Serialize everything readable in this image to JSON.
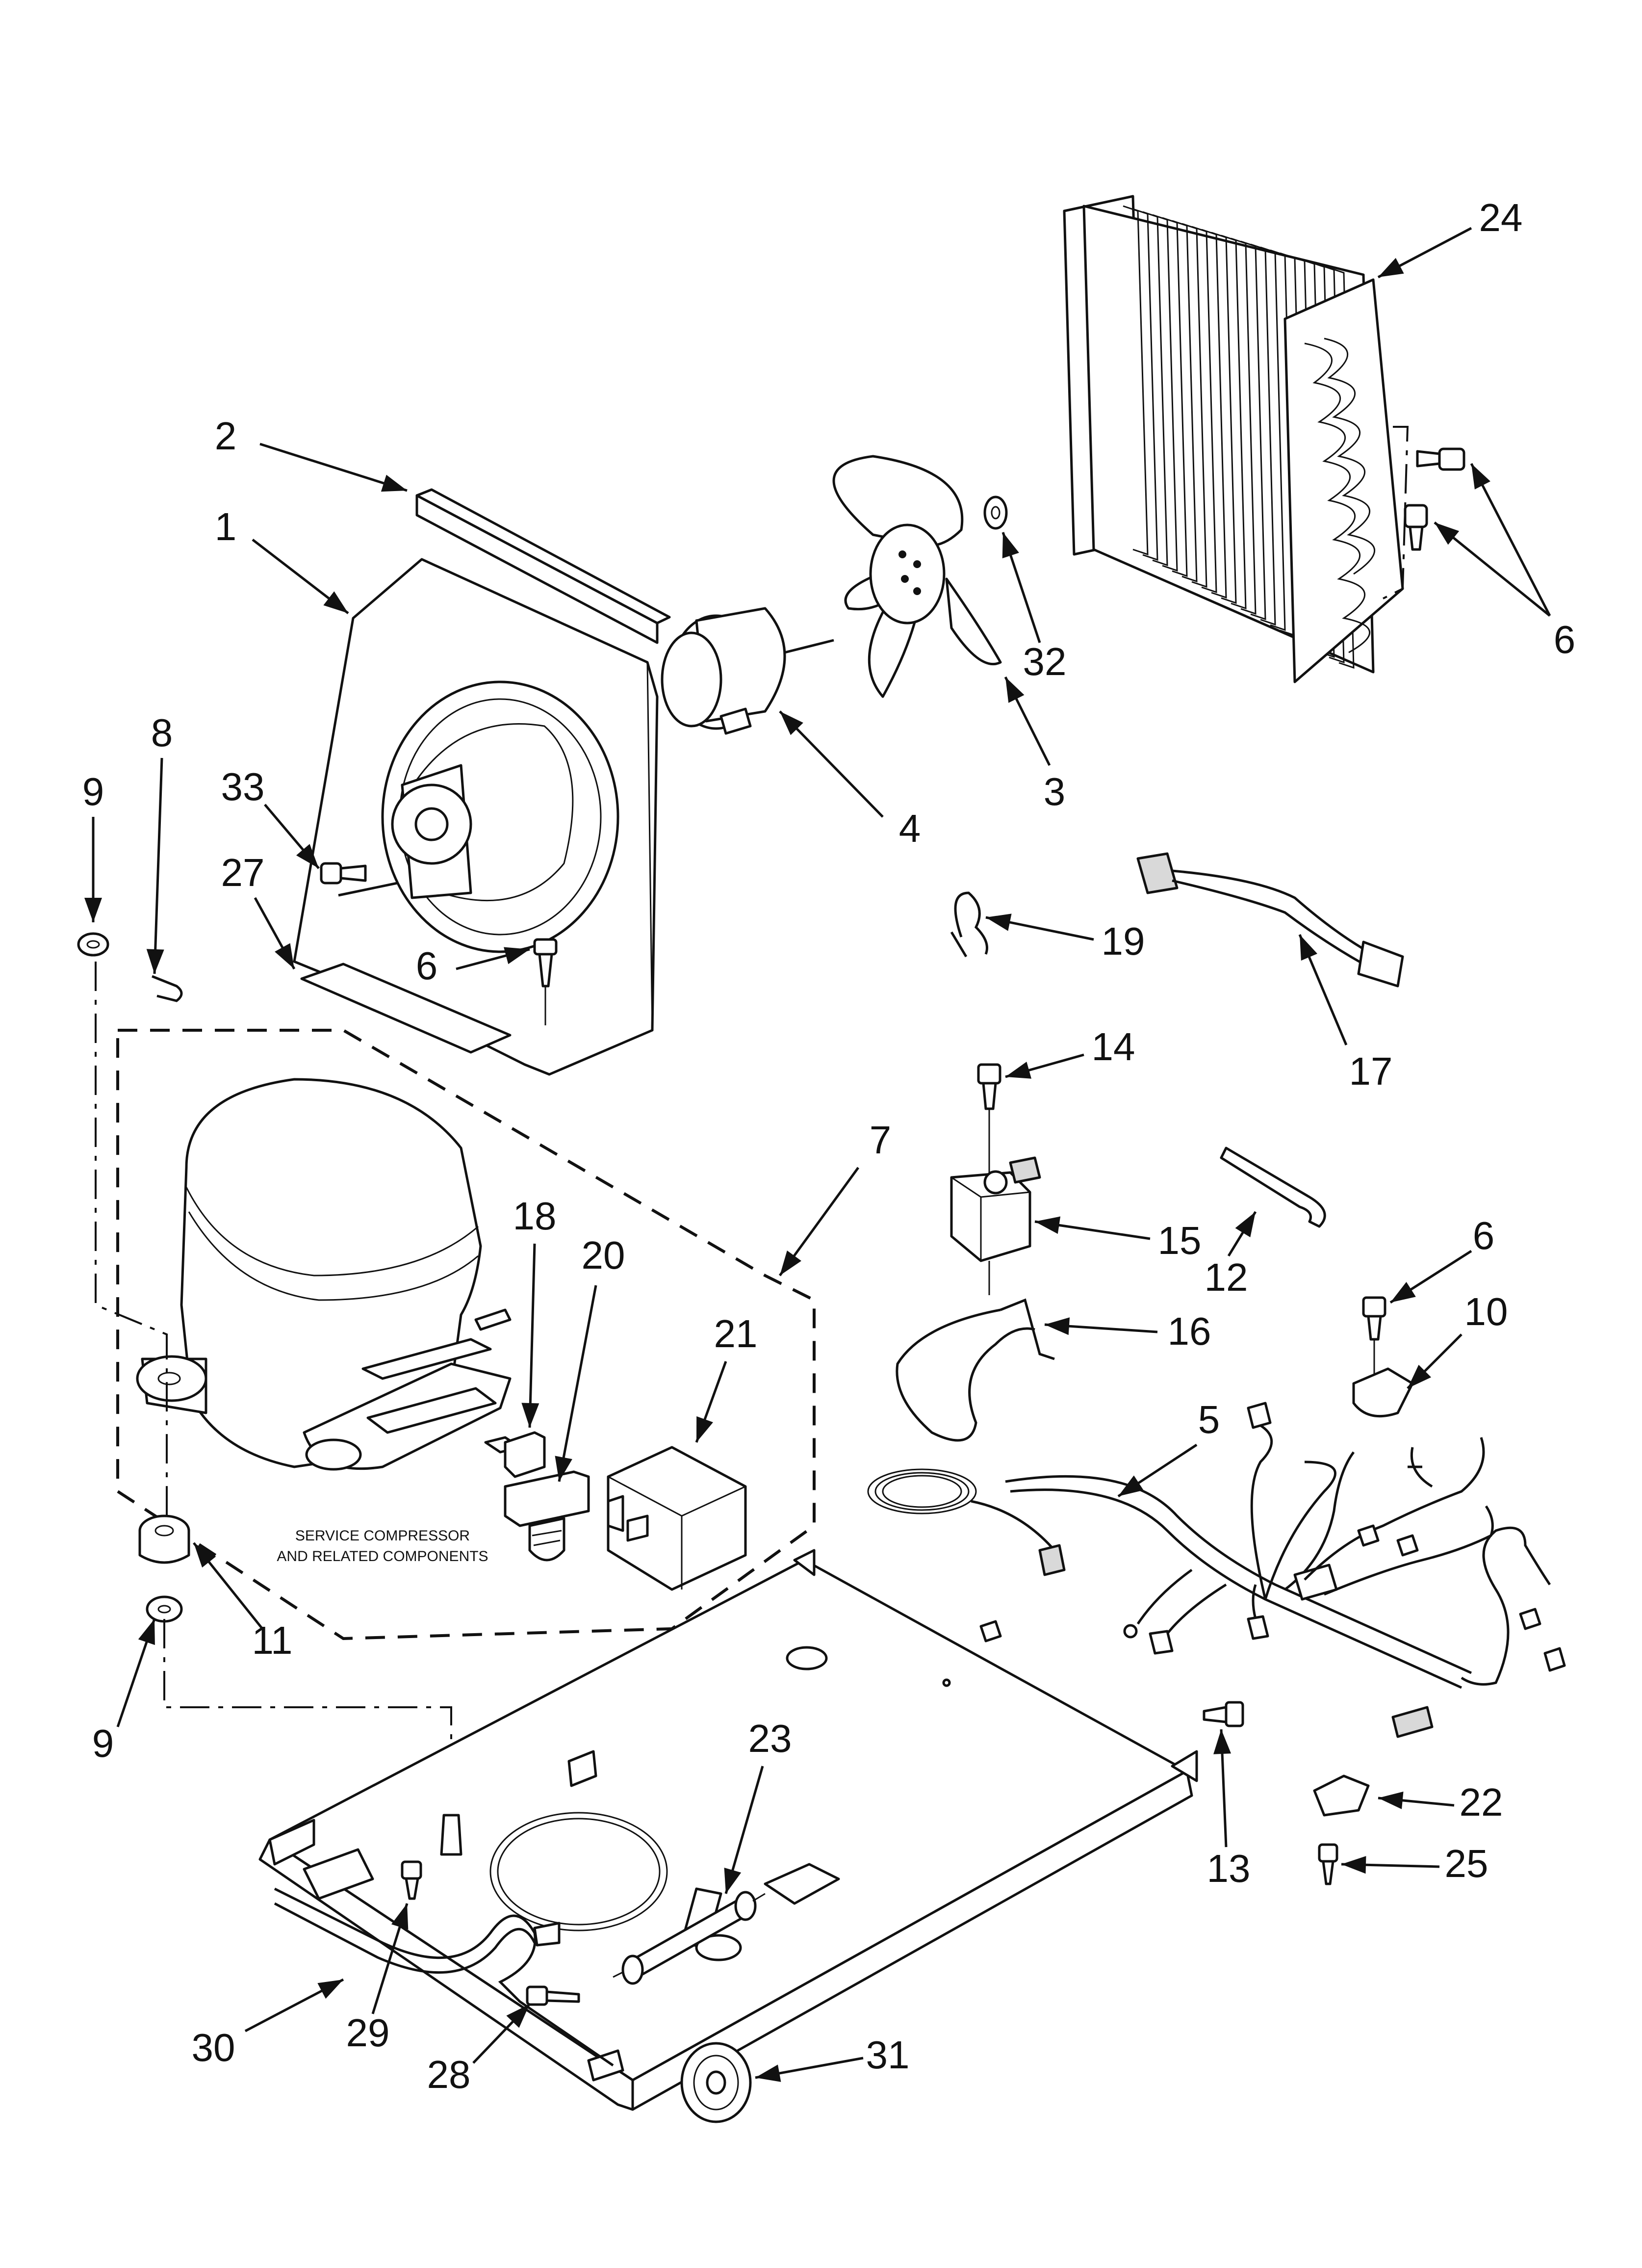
{
  "callouts": [
    {
      "id": "2",
      "label": "2"
    },
    {
      "id": "1",
      "label": "1"
    },
    {
      "id": "8",
      "label": "8"
    },
    {
      "id": "9a",
      "label": "9"
    },
    {
      "id": "33",
      "label": "33"
    },
    {
      "id": "27",
      "label": "27"
    },
    {
      "id": "6a",
      "label": "6"
    },
    {
      "id": "4",
      "label": "4"
    },
    {
      "id": "3",
      "label": "3"
    },
    {
      "id": "32",
      "label": "32"
    },
    {
      "id": "24",
      "label": "24"
    },
    {
      "id": "6b",
      "label": "6"
    },
    {
      "id": "19",
      "label": "19"
    },
    {
      "id": "17",
      "label": "17"
    },
    {
      "id": "14",
      "label": "14"
    },
    {
      "id": "7",
      "label": "7"
    },
    {
      "id": "18",
      "label": "18"
    },
    {
      "id": "20",
      "label": "20"
    },
    {
      "id": "21",
      "label": "21"
    },
    {
      "id": "15",
      "label": "15"
    },
    {
      "id": "12",
      "label": "12"
    },
    {
      "id": "6c",
      "label": "6"
    },
    {
      "id": "16",
      "label": "16"
    },
    {
      "id": "10",
      "label": "10"
    },
    {
      "id": "5",
      "label": "5"
    },
    {
      "id": "11",
      "label": "11"
    },
    {
      "id": "9b",
      "label": "9"
    },
    {
      "id": "23",
      "label": "23"
    },
    {
      "id": "13",
      "label": "13"
    },
    {
      "id": "22",
      "label": "22"
    },
    {
      "id": "25",
      "label": "25"
    },
    {
      "id": "30",
      "label": "30"
    },
    {
      "id": "29",
      "label": "29"
    },
    {
      "id": "28",
      "label": "28"
    },
    {
      "id": "31",
      "label": "31"
    }
  ],
  "service_note": {
    "line1": "SERVICE COMPRESSOR",
    "line2": "AND RELATED COMPONENTS"
  }
}
